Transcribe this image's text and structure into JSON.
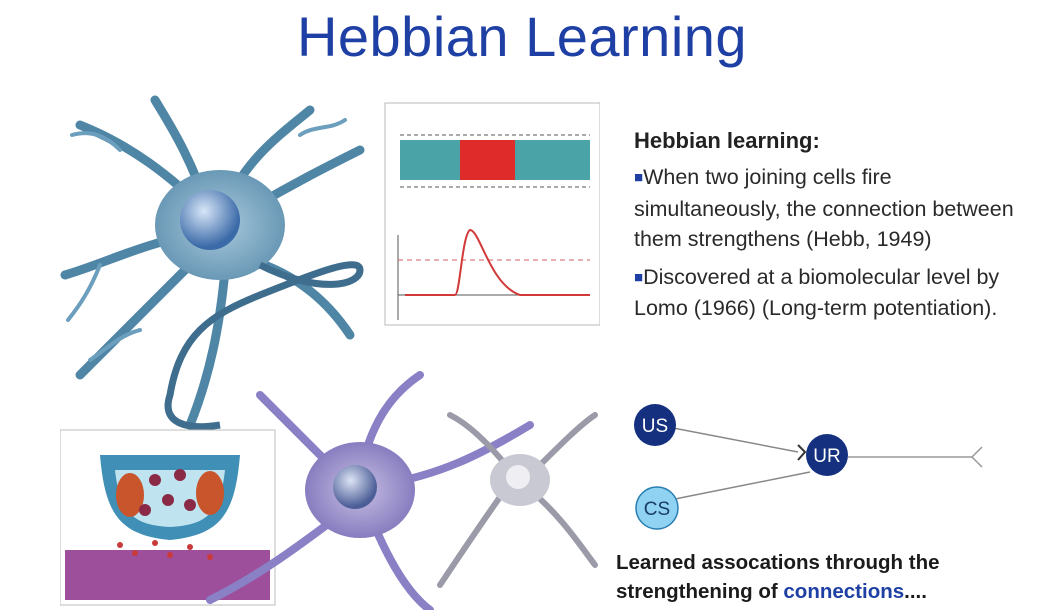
{
  "title": "Hebbian Learning",
  "text_panel": {
    "heading": "Hebbian learning:",
    "bullets": [
      "When two joining cells fire simultaneously, the connection between them strengthens (Hebb, 1949)",
      "Discovered at a biomolecular level by Lomo (1966) (Long-term potentiation)."
    ]
  },
  "diagram": {
    "nodes": {
      "us": "US",
      "ur": "UR",
      "cs": "CS"
    },
    "colors": {
      "dark_node": "#14307f",
      "light_node": "#8fd2f2"
    }
  },
  "caption": {
    "prefix": "Learned assocations through the strengthening of ",
    "highlight": "connections",
    "suffix": "...."
  },
  "illustration_icon": "neuron-illustration",
  "colors": {
    "title": "#1e3fa3",
    "accent": "#1e3fa3"
  }
}
